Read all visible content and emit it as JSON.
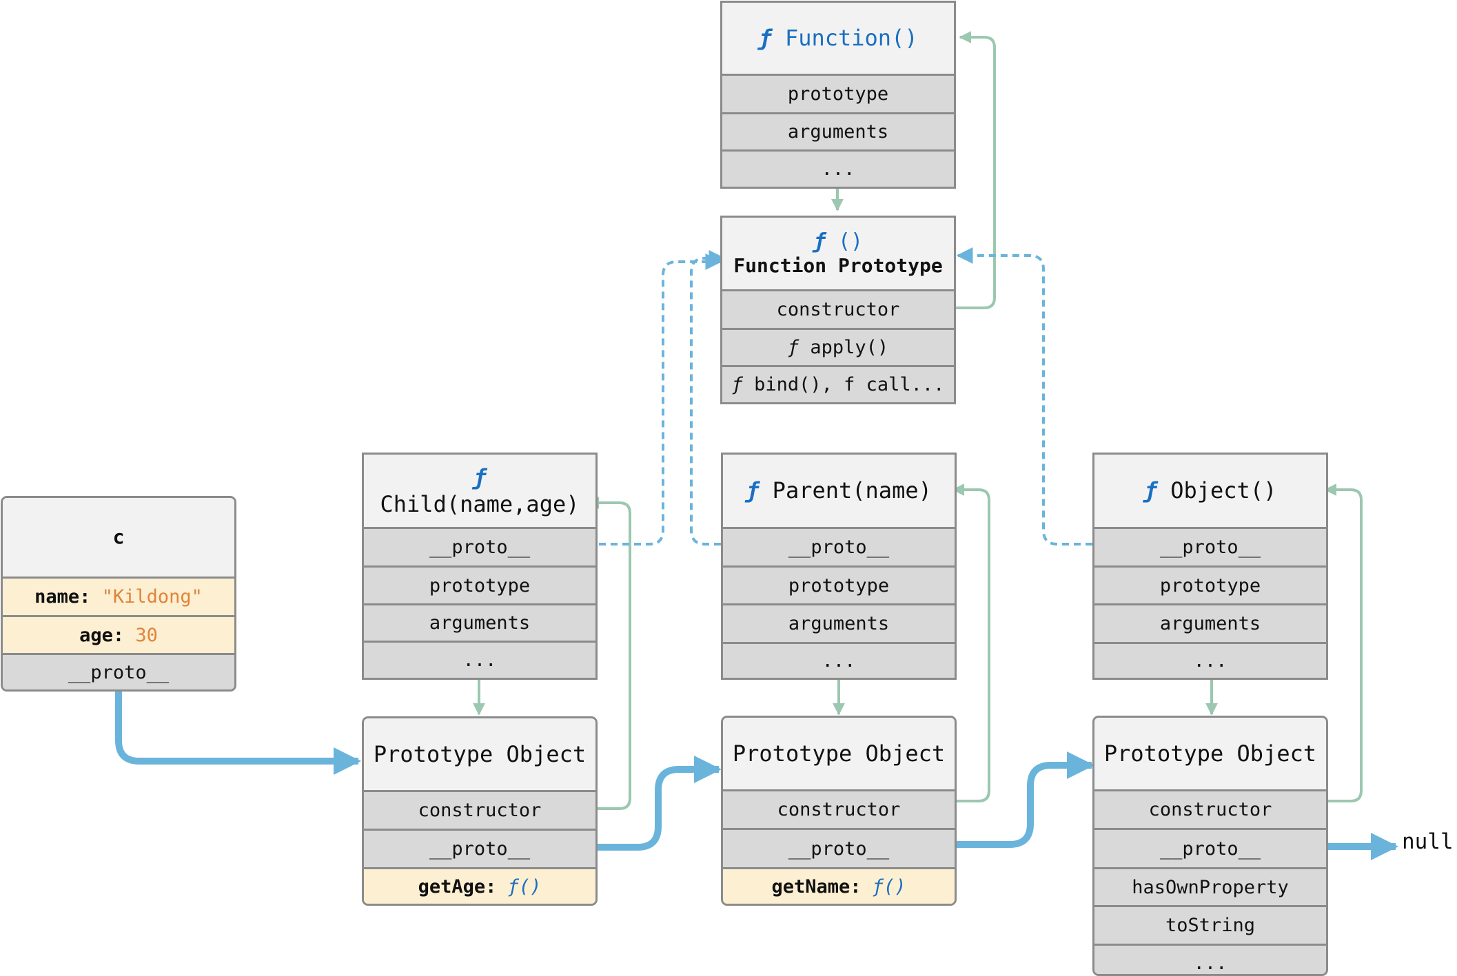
{
  "function_ctor": {
    "glyph": "ƒ",
    "name": "Function()",
    "rows": [
      "prototype",
      "arguments",
      "..."
    ]
  },
  "function_proto": {
    "glyph": "ƒ",
    "sig": "()",
    "title": "Function Prototype",
    "row_constructor": "constructor",
    "row_apply_glyph": "ƒ",
    "row_apply": "apply()",
    "row_bind_glyph": "ƒ",
    "row_bind": "bind(), f call..."
  },
  "instance_c": {
    "title": "c",
    "name_key": "name:",
    "name_value": "\"Kildong\"",
    "age_key": "age:",
    "age_value": "30",
    "proto": "__proto__"
  },
  "child_ctor": {
    "glyph": "ƒ",
    "name": "Child(name,age)",
    "rows": [
      "__proto__",
      "prototype",
      "arguments",
      "..."
    ]
  },
  "parent_ctor": {
    "glyph": "ƒ",
    "name": "Parent(name)",
    "rows": [
      "__proto__",
      "prototype",
      "arguments",
      "..."
    ]
  },
  "object_ctor": {
    "glyph": "ƒ",
    "name": "Object()",
    "rows": [
      "__proto__",
      "prototype",
      "arguments",
      "..."
    ]
  },
  "child_proto": {
    "title": "Prototype Object",
    "rows": [
      "constructor",
      "__proto__"
    ],
    "method_key": "getAge:",
    "method_value": "ƒ()"
  },
  "parent_proto": {
    "title": "Prototype Object",
    "rows": [
      "constructor",
      "__proto__"
    ],
    "method_key": "getName:",
    "method_value": "ƒ()"
  },
  "object_proto": {
    "title": "Prototype Object",
    "rows": [
      "constructor",
      "__proto__",
      "hasOwnProperty",
      "toString",
      "..."
    ]
  },
  "null_label": "null",
  "colors": {
    "proto_chain": "#6ab4dc",
    "ctor_link": "#9cc7b0",
    "border": "#8b8b8b",
    "header_bg": "#f2f2f2",
    "row_bg": "#d9d9d9",
    "own_prop_bg": "#fdefd1",
    "fn_blue": "#1a6fc2",
    "value_orange": "#e0843b"
  }
}
